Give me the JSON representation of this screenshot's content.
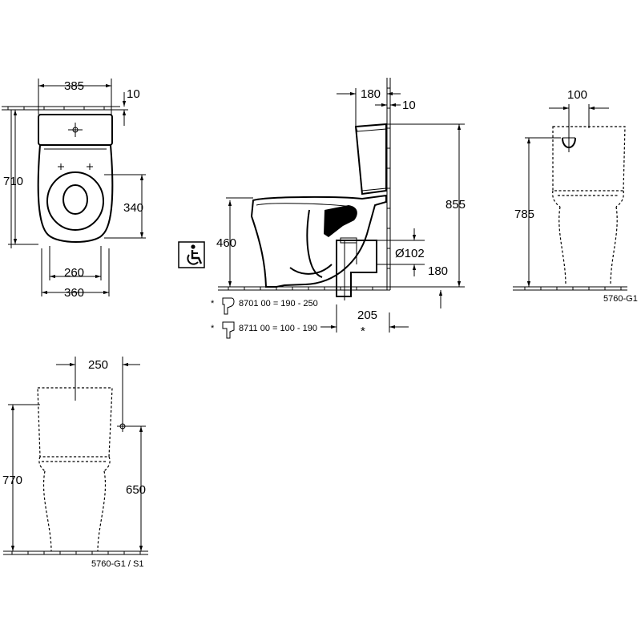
{
  "top_view": {
    "width_385": "385",
    "gap_10": "10",
    "depth_710": "710",
    "seat_340": "340",
    "inner_260": "260",
    "base_360": "360"
  },
  "side_view": {
    "wall_180": "180",
    "gap_10": "10",
    "height_855": "855",
    "seat_460": "460",
    "outlet_dia": "Ø102",
    "outlet_180": "180",
    "outlet_205": "205",
    "note_1": "8701 00 = 190 -  250",
    "note_2": "8711 00 = 100 - 190",
    "asterisk": "*"
  },
  "front_view": {
    "width_100": "100",
    "height_785": "785",
    "code": "5760-G1"
  },
  "front_view_2": {
    "width_250": "250",
    "height_770": "770",
    "height_650": "650",
    "code": "5760-G1 / S1"
  },
  "icons": {
    "accessibility": "wheelchair-icon"
  }
}
